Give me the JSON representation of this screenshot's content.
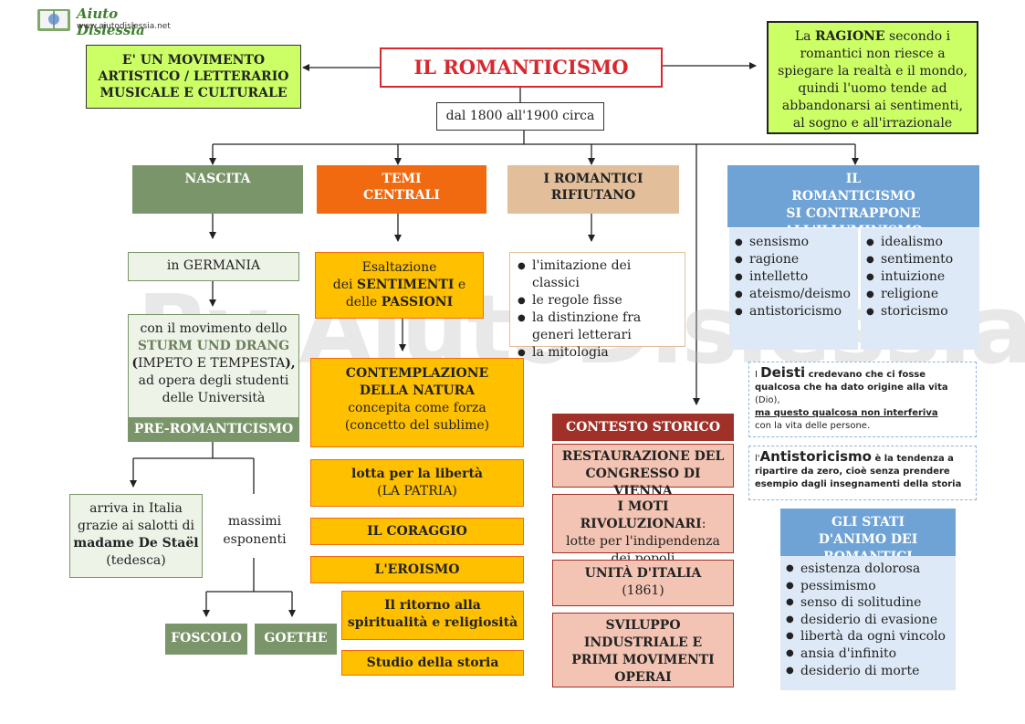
{
  "logo": {
    "name": "Aiuto Dislessia",
    "url": "www.aiutodislessia.net"
  },
  "watermark": "By AiutoDislessia.net",
  "title": "IL ROMANTICISMO",
  "left_def": "E' UN MOVIMENTO ARTISTICO / LETTERARIO MUSICALE E CULTURALE",
  "ragione": {
    "pre": "La ",
    "bold": "RAGIONE",
    "post": " secondo i romantici non riesce a spiegare la realtà e il mondo, quindi l'uomo tende ad abbandonarsi ai sentimenti, al sogno e all'irrazionale"
  },
  "dates": "dal 1800 all'1900 circa",
  "nascita": {
    "header": "NASCITA",
    "germania": "in GERMANIA",
    "sturm": {
      "l1": "con il movimento dello",
      "bold": "STURM UND DRANG",
      "l3": "IMPETO E TEMPESTA",
      "l4": "ad opera degli studenti",
      "l5": "delle Università"
    },
    "pre": "PRE-ROMANTICISMO",
    "italia": {
      "l1": "arriva in Italia",
      "l2": "grazie ai salotti di",
      "bold": "madame De Staël",
      "l4": "(tedesca)"
    },
    "esponenti": "massimi esponenti",
    "foscolo": "FOSCOLO",
    "goethe": "GOETHE"
  },
  "temi": {
    "header": "TEMI CENTRALI",
    "esaltazione": {
      "l1": "Esaltazione",
      "pre": "dei ",
      "b1": "SENTIMENTI",
      "mid": " e",
      "pre2": "delle ",
      "b2": "PASSIONI"
    },
    "contemplazione": {
      "bold": "CONTEMPLAZIONE DELLA NATURA",
      "rest": "concepita come forza (concetto del sublime)"
    },
    "liberta": {
      "bold": "lotta per la libertà",
      "rest": "(LA PATRIA)"
    },
    "coraggio": "IL CORAGGIO",
    "eroismo": "L'EROISMO",
    "spiritualita": "Il ritorno alla spiritualità e religiosità",
    "storia": "Studio della storia"
  },
  "rifiutano": {
    "header": "I ROMANTICI RIFIUTANO",
    "items": [
      "l'imitazione dei classici",
      "le regole fisse",
      "la distinzione fra generi letterari",
      "la mitologia"
    ]
  },
  "contesto": {
    "header": "CONTESTO STORICO",
    "restaurazione": "RESTAURAZIONE DEL CONGRESSO DI VIENNA",
    "moti": {
      "bold": "I MOTI RIVOLUZIONARI",
      "rest": "lotte per l'indipendenza dei popoli"
    },
    "unita": {
      "bold": "UNITÀ D'ITALIA",
      "rest": "(1861)"
    },
    "sviluppo": "SVILUPPO INDUSTRIALE E PRIMI MOVIMENTI OPERAI"
  },
  "illuminismo": {
    "header": "IL ROMANTICISMO SI CONTRAPPONE ALL'ILLUMINISMO",
    "left": [
      "sensismo",
      "ragione",
      "intelletto",
      "ateismo/deismo",
      "antistoricismo"
    ],
    "right": [
      "idealismo",
      "sentimento",
      "intuizione",
      "religione",
      "storicismo"
    ]
  },
  "deisti": {
    "pre": "I ",
    "big": "Deisti",
    "bold": " credevano che ci fosse qualcosa che ha dato origine alla vita",
    "paren": " (Dio),",
    "under": "ma questo qualcosa non interferiva",
    "rest": "con la vita delle persone."
  },
  "antistoricismo": {
    "pre": "l'",
    "big": "Antistoricismo",
    "rest": " è la tendenza a ripartire da zero, cioè senza prendere esempio dagli insegnamenti della storia"
  },
  "stati": {
    "header": "GLI STATI D'ANIMO DEI ROMANTICI",
    "items": [
      "esistenza dolorosa",
      "pessimismo",
      "senso di solitudine",
      "desiderio di evasione",
      "libertà da ogni vincolo",
      "ansia d'infinito",
      "desiderio di morte"
    ]
  },
  "colors": {
    "green_light": "#ccff66",
    "title_red": "#d9272e",
    "nascita": "#7a9569",
    "temi": "#f26a10",
    "rifiutano": "#e2bf9a",
    "blue": "#6fa3d6",
    "blue_light": "#dde9f6",
    "yellow": "#ffc000",
    "contesto": "#a03128",
    "contesto_light": "#f3c4b3",
    "green_pale": "#eef3e8"
  }
}
